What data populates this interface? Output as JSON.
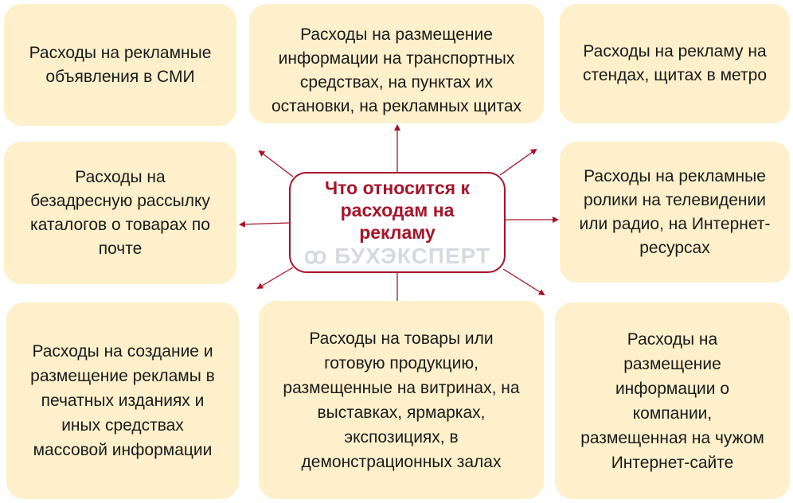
{
  "center": {
    "title": "Что относится к расходам на рекламу"
  },
  "watermark": "ꝏ БУХЭКСПЕРТ",
  "items": [
    "Расходы на рекламные объявления в СМИ",
    "Расходы на размещение информации на транспортных средствах, на пунктах их остановки, на рекламных щитах",
    "Расходы на рекламу на стендах, щитах в метро",
    "Расходы на безадресную рассылку каталогов о товарах по почте",
    "Расходы на рекламные ролики на телевидении или радио, на Интернет-ресурсах",
    "Расходы на создание и размещение рекламы в печатных изданиях и иных средствах массовой информации",
    "Расходы на товары или готовую продукцию, размещенные на витринах, на выставках, ярмарках, экспозициях, в демонстрационных залах",
    "Расходы на размещение информации о компании, размещенная на чужом Интернет-сайте"
  ],
  "colors": {
    "accent": "#a8132a",
    "box": "#fdf0cb"
  }
}
